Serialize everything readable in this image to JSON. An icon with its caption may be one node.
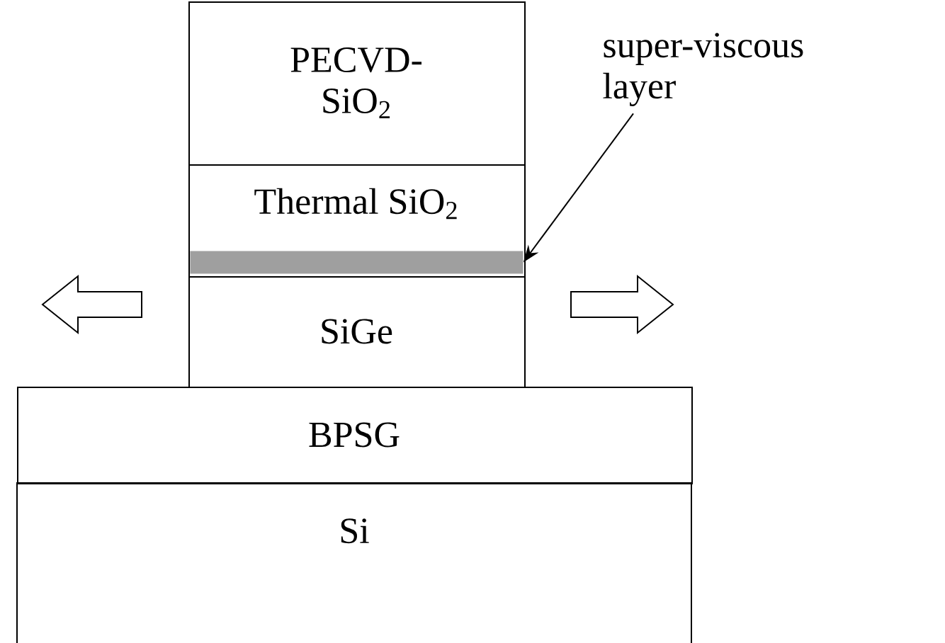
{
  "diagram": {
    "nodes": [
      {
        "text": [
          "PECVD- SiO$_{2}$"
        ]
      },
      {
        "text": [
          "Thermal SiO$_{2}$"
        ]
      },
      {
        "text": [
          "SiGe"
        ]
      },
      {
        "text": [
          "BPSG"
        ]
      },
      {
        "text": [
          "Si"
        ]
      },
      {
        "text": [
          "super-viscous layer"
        ]
      },
      {
        "text": [],
        "shape": "bar",
        "in": 1
      }
    ],
    "edges": [
      {
        "from": 5,
        "to": 6,
        "arrow": "to"
      }
    ]
  }
}
